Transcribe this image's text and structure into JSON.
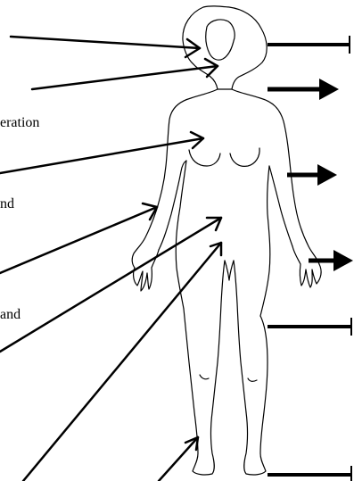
{
  "diagram": {
    "labels": {
      "left_label_1": "eration",
      "left_label_2": "nd",
      "left_label_3": "and"
    },
    "colors": {
      "ink": "#000000",
      "background": "#ffffff"
    }
  }
}
